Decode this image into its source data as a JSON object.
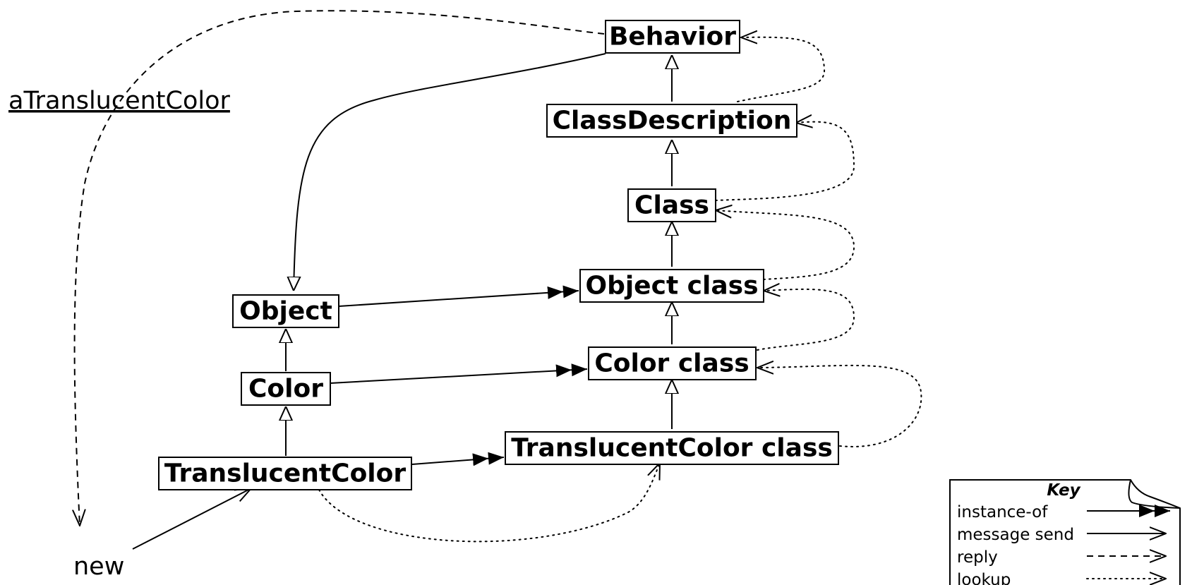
{
  "title": "",
  "nodes": {
    "behavior": "Behavior",
    "class_description": "ClassDescription",
    "class": "Class",
    "object_class": "Object class",
    "color_class": "Color class",
    "translucent_color_class": "TranslucentColor class",
    "object": "Object",
    "color": "Color",
    "translucent_color": "TranslucentColor"
  },
  "labels": {
    "instance": "aTranslucentColor",
    "message": "new"
  },
  "key": {
    "title": "Key",
    "items": [
      {
        "label": "instance-of",
        "line_style": "solid",
        "arrowhead": "double-filled"
      },
      {
        "label": "message send",
        "line_style": "solid",
        "arrowhead": "open"
      },
      {
        "label": "reply",
        "line_style": "dashed",
        "arrowhead": "open"
      },
      {
        "label": "lookup",
        "line_style": "dotted",
        "arrowhead": "open"
      }
    ]
  },
  "colors": {
    "ink": "#000000",
    "background": "#ffffff"
  }
}
